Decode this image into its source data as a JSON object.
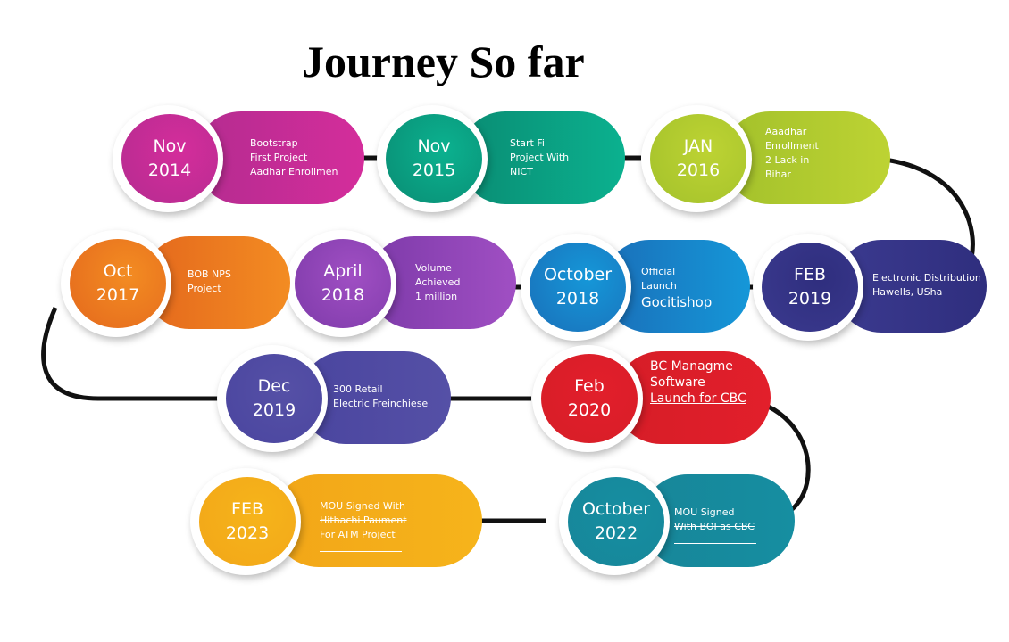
{
  "title": "Journey So far",
  "milestones": [
    {
      "month": "Nov",
      "year": "2014",
      "lines": [
        "Bootstrap",
        "First Project",
        "Aadhar Enrollmen"
      ],
      "color": "#d42d9b",
      "inner": "#b42c90"
    },
    {
      "month": "Nov",
      "year": "2015",
      "lines": [
        "Start Fi",
        "Project With",
        "NICT"
      ],
      "color": "#0bb18f",
      "inner": "#0a8c73"
    },
    {
      "month": "JAN",
      "year": "2016",
      "lines": [
        "Aaadhar",
        "Enrollment",
        "2 Lack in",
        "Bihar"
      ],
      "color": "#bdd333",
      "inner": "#a3c12b"
    },
    {
      "month": "FEB",
      "year": "2019",
      "lines": [
        "Electronic Distribution",
        "Hawells, USha"
      ],
      "color": "#2f2e7e",
      "inner": "#3b3a8f"
    },
    {
      "month": "October",
      "year": "2018",
      "lines": [
        "Official",
        "Launch",
        "Gocitishop"
      ],
      "color": "#1597d8",
      "inner": "#1a6fb9"
    },
    {
      "month": "April",
      "year": "2018",
      "lines": [
        "Volume",
        "Achieved",
        "1 million"
      ],
      "color": "#a04fc3",
      "inner": "#7d3aa9"
    },
    {
      "month": "Oct",
      "year": "2017",
      "lines": [
        "BOB NPS",
        "Project"
      ],
      "color": "#f38c22",
      "inner": "#e4681d"
    },
    {
      "month": "Dec",
      "year": "2019",
      "lines": [
        "300 Retail",
        "Electric Freinchiese"
      ],
      "color": "#5550a6",
      "inner": "#4a459f"
    },
    {
      "month": "Feb",
      "year": "2020",
      "lines": [
        "BC Managme",
        "Software",
        "Launch for CBC"
      ],
      "color": "#e21f2b",
      "inner": "#d61d27"
    },
    {
      "month": "October",
      "year": "2022",
      "lines": [
        "MOU Signed",
        "With BOI as CBC"
      ],
      "color": "#168ea1",
      "inner": "#178699"
    },
    {
      "month": "FEB",
      "year": "2023",
      "lines": [
        "MOU Signed With",
        "Hithachi Paument",
        "For ATM Project"
      ],
      "color": "#f6b41b",
      "inner": "#f2a618"
    }
  ]
}
